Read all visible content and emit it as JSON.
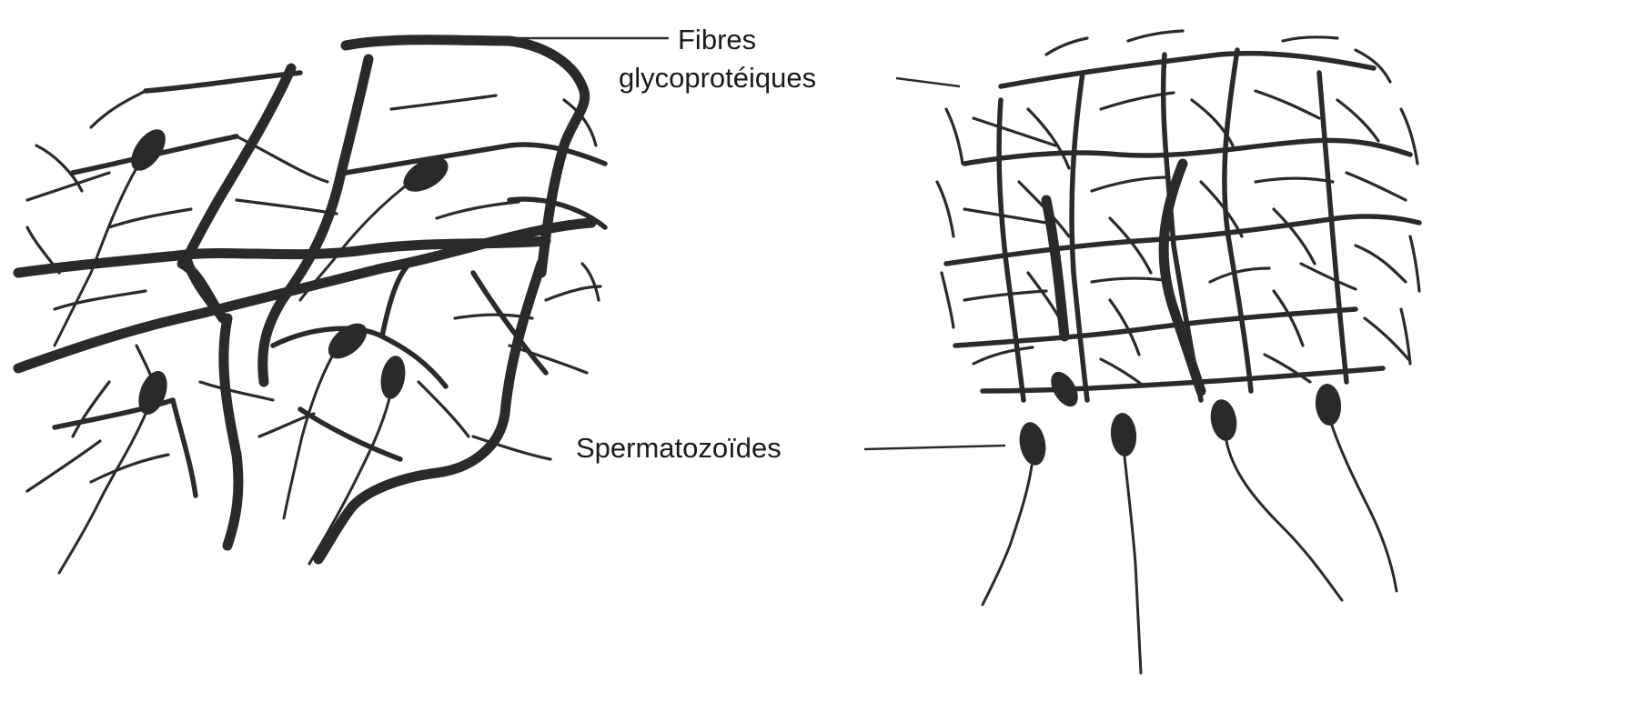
{
  "labels": {
    "fibres_line1": "Fibres",
    "fibres_line2": "glycoprotéiques",
    "sperm": "Spermatozoïdes"
  },
  "colors": {
    "ink": "#2a2a2a",
    "background": "#ffffff"
  }
}
